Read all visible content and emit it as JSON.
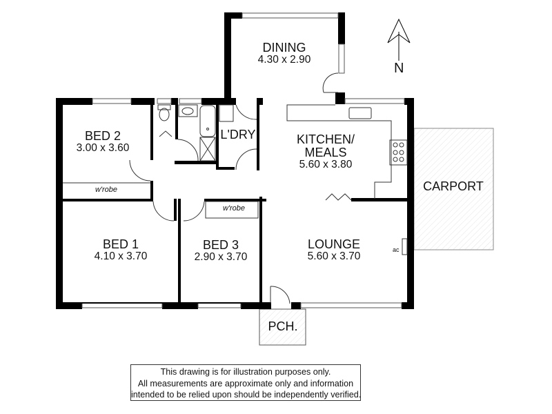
{
  "plan": {
    "north_label": "N",
    "rooms": [
      {
        "id": "dining",
        "name": "DINING",
        "dims": "4.30 x 2.90"
      },
      {
        "id": "bed2",
        "name": "BED 2",
        "dims": "3.00 x 3.60"
      },
      {
        "id": "laundry",
        "name": "L'DRY",
        "dims": ""
      },
      {
        "id": "kitchen",
        "name": "KITCHEN/\nMEALS",
        "name_line1": "KITCHEN/",
        "name_line2": "MEALS",
        "dims": "5.60 x 3.80"
      },
      {
        "id": "carport",
        "name": "CARPORT",
        "dims": ""
      },
      {
        "id": "bed1",
        "name": "BED 1",
        "dims": "4.10 x 3.70"
      },
      {
        "id": "bed3",
        "name": "BED 3",
        "dims": "2.90 x 3.70"
      },
      {
        "id": "lounge",
        "name": "LOUNGE",
        "dims": "5.60 x 3.70"
      },
      {
        "id": "porch",
        "name": "PCH.",
        "dims": ""
      }
    ],
    "fixtures": {
      "wrobe_bed2": "w'robe",
      "wrobe_bed3": "w'robe",
      "ac": "ac"
    },
    "colors": {
      "wall": "#000000",
      "line": "#333333",
      "hatch": "#dddddd"
    }
  },
  "disclaimer": {
    "lines": [
      "This drawing is for illustration purposes only.",
      "All measurements are approximate only and information",
      "intended to be relied upon should be independently verified."
    ]
  }
}
